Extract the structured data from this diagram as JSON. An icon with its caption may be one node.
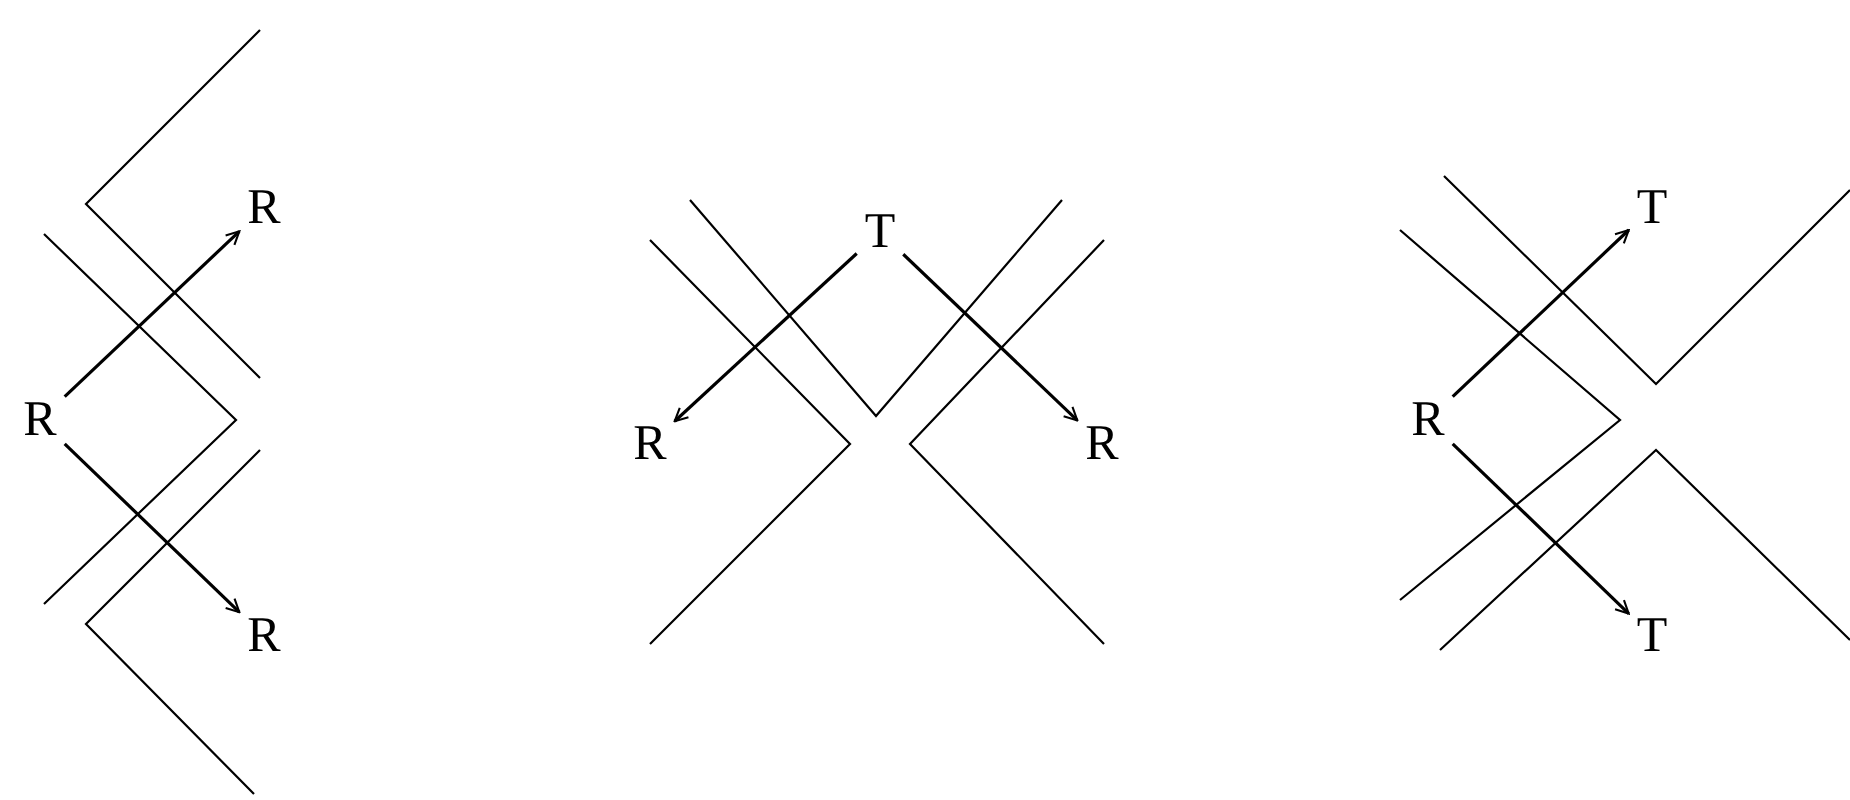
{
  "diagram": {
    "nodes": [
      {
        "text": [
          "R"
        ]
      },
      {
        "text": [
          "R"
        ]
      },
      {
        "text": [
          "R"
        ]
      },
      {
        "text": [
          "T"
        ]
      },
      {
        "text": [
          "R"
        ]
      },
      {
        "text": [
          "R"
        ]
      },
      {
        "text": [
          "R"
        ]
      },
      {
        "text": [
          "T"
        ]
      },
      {
        "text": [
          "T"
        ]
      }
    ],
    "edges": [
      {
        "from": 0,
        "to": 1,
        "arrow": "to"
      },
      {
        "from": 0,
        "to": 2,
        "arrow": "to"
      },
      {
        "from": 3,
        "to": 4,
        "arrow": "to"
      },
      {
        "from": 3,
        "to": 5,
        "arrow": "to"
      },
      {
        "from": 6,
        "to": 7,
        "arrow": "to"
      },
      {
        "from": 6,
        "to": 8,
        "arrow": "to"
      }
    ]
  }
}
